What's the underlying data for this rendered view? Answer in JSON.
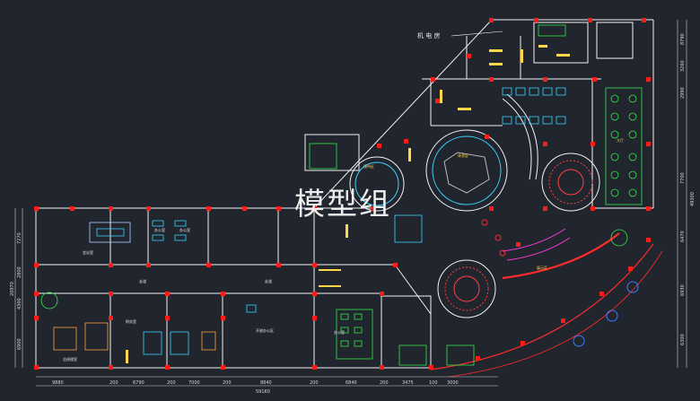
{
  "watermark": "模型组",
  "rooms": {
    "machine_room": "机 电 房",
    "meeting_room": "会议室",
    "office_a": "办公室",
    "office_b": "办公室",
    "corridor_a": "走道",
    "corridor_b": "走道",
    "manager_room": "总经理室",
    "finance": "财务室",
    "open_office": "开放办公区",
    "office_c": "办公室",
    "reception": "接待区",
    "lounge": "休息区",
    "display": "展示区",
    "lobby": "大厅"
  },
  "dims_bottom": [
    "9880",
    "200",
    "6790",
    "200",
    "7000",
    "200",
    "8840",
    "200",
    "6840",
    "200",
    "3475",
    "100",
    "3000"
  ],
  "dim_total": "59160",
  "dims_left": [
    "7270",
    "2800",
    "4300",
    "6900"
  ],
  "dim_left_total": "20970",
  "dims_right": [
    "8790",
    "3260",
    "2990",
    "7700",
    "6470",
    "6930",
    "6300"
  ],
  "dim_right_total": "49300"
}
